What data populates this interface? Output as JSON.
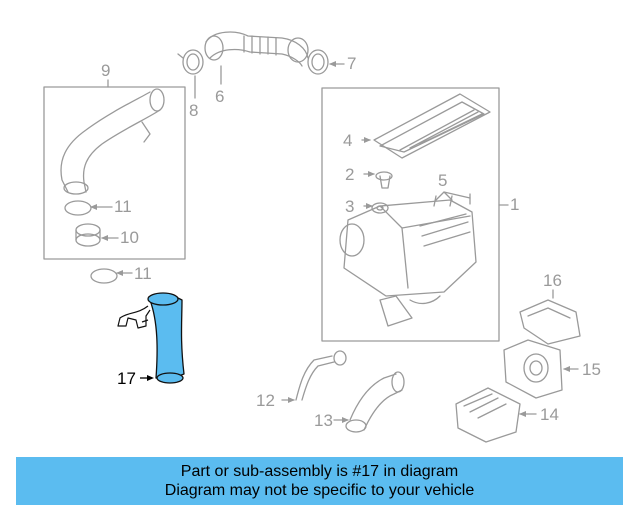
{
  "diagram": {
    "callouts": {
      "c1": "1",
      "c2": "2",
      "c3": "3",
      "c4": "4",
      "c5": "5",
      "c6": "6",
      "c7": "7",
      "c8": "8",
      "c9": "9",
      "c10": "10",
      "c11a": "11",
      "c11b": "11",
      "c12": "12",
      "c13": "13",
      "c14": "14",
      "c15": "15",
      "c16": "16",
      "c17": "17"
    },
    "highlight_part": "17",
    "colors": {
      "line": "#9a9a9a",
      "highlight_fill": "#5bbcf0",
      "highlight_stroke": "#111111"
    }
  },
  "banner": {
    "line1": "Part or sub-assembly is #17 in diagram",
    "line2": "Diagram may not be specific to your vehicle",
    "background": "#5bbcf0"
  }
}
